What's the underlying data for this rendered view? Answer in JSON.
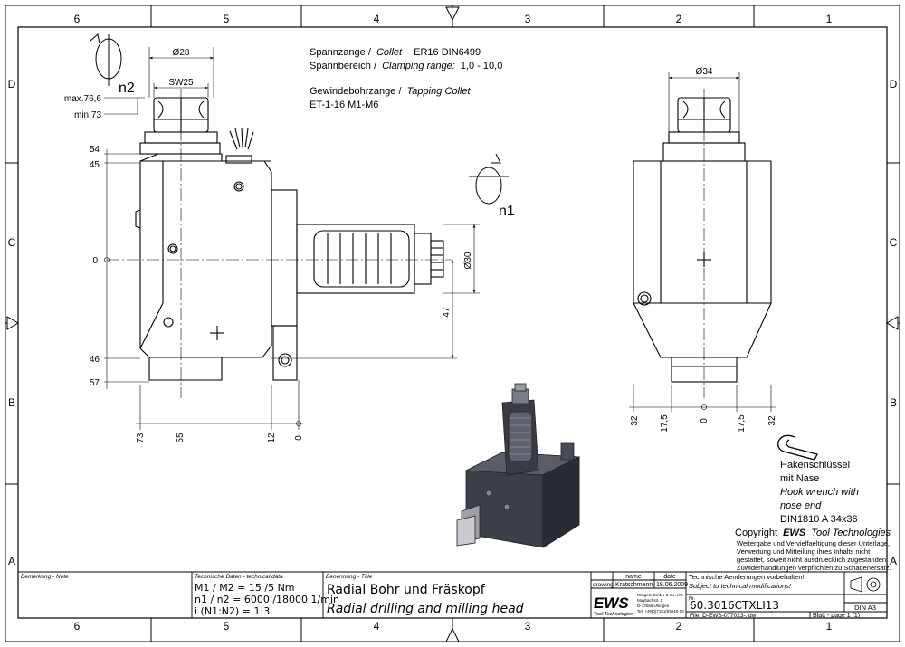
{
  "frame": {
    "columns": [
      "6",
      "5",
      "4",
      "3",
      "2",
      "1"
    ],
    "rows": [
      "D",
      "C",
      "B",
      "A"
    ]
  },
  "notes": {
    "collet_de": "Spannzange /",
    "collet_en": "Collet",
    "collet_spec": "ER16    DIN6499",
    "range_de": "Spannbereich /",
    "range_en": "Clamping range:",
    "range_value": "1,0 - 10,0",
    "tapping_de": "Gewindebohrzange /",
    "tapping_en": "Tapping Collet",
    "tapping_spec": "ET-1-16    M1-M6"
  },
  "labels": {
    "n2": "n2",
    "n1": "n1"
  },
  "dimensions_left": {
    "dia28": "Ø28",
    "sw25": "SW25",
    "max": "max.76,6",
    "min": "min.73",
    "d54": "54",
    "d45": "45",
    "d0": "0",
    "d46": "46",
    "d57": "57",
    "dia30": "Ø30",
    "d47": "47",
    "b73": "73",
    "b55": "55",
    "b12": "12",
    "b0": "0"
  },
  "dimensions_right": {
    "dia34": "Ø34",
    "b32a": "32",
    "b175a": "17,5",
    "b0": "0",
    "b175b": "17,5",
    "b32b": "32"
  },
  "wrench": {
    "line1": "Hakenschlüssel",
    "line2": "mit Nase",
    "line3": "Hook wrench with",
    "line4": "nose end",
    "line5": "DIN1810 A 34x36"
  },
  "copyright": {
    "prefix": "Copyright",
    "brand": "EWS",
    "suffix": "Tool Technologies",
    "text1": "Weitergabe und Vervielfaeltigung dieser Unterlage,",
    "text2": "Verwertung und Mitteilung ihres Inhalts nicht",
    "text3": "gestattet, soweit nicht ausdruecklich zugestanden.",
    "text4": "Zuwiderhandlungen verpflichten zu Schadenersatz."
  },
  "titleblock": {
    "remark_label": "Bemerkung - Note",
    "techdata_label": "Technische Daten - technical data",
    "m_line": "M1 / M2 = 15  /5    Nm",
    "n_line": "n1 / n2 = 6000 /18000 1/min",
    "i_line": "i   (N1:N2)  =  1:3",
    "title_label": "Benennung - Title",
    "title_de": "Radial Bohr und Fräskopf",
    "title_en": "Radial drilling and milling head",
    "name_header": "name",
    "date_header": "date",
    "drawing_label": "drawing",
    "drawer": "Kratschmann",
    "date": "19.06.2009",
    "company_logo": "EWS",
    "company_sub": "Tool Technologies",
    "company_addr1": "Weigele GmbH & Co. KG",
    "company_addr2": "Maybachstr. 1",
    "company_addr3": "D-73066 Uhingen",
    "company_addr4": "Tel. +49(0)7161/93040-10",
    "changes_de": "Technische Aenderungen vorbehalten!",
    "changes_en": "Subject to technical modifications!",
    "nr_label": "Nr.",
    "part_number": "60.3016CTXLI13",
    "file": "File: D-EWS-077023-.idw",
    "din": "DIN A3",
    "sheet": "Blatt - page  1 (1)"
  }
}
